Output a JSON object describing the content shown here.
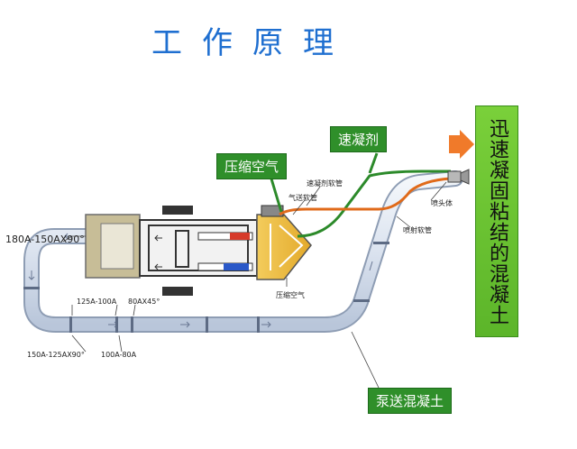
{
  "title": "工作原理",
  "tags": {
    "accelerator": "速凝剂",
    "compressed_air": "压缩空气",
    "pump_concrete": "泵送混凝土"
  },
  "result_box": "迅速凝固粘结的混凝土",
  "labels": {
    "elbow_top": "180A-150AX90°",
    "reducer_125_100": "125A-100A",
    "elbow_80": "80AX45°",
    "elbow_150_125": "150A-125AX90°",
    "reducer_100_80": "100A-80A",
    "accel_hose": "速凝剂软管",
    "air_hose": "气送软管",
    "nozzle_body": "喷头体",
    "spray_hose": "喷射软管",
    "compressed_air_small": "压缩空气"
  },
  "colors": {
    "title": "#1f6fd0",
    "tag_green": "#2f8f2a",
    "result_green": "#6cc432",
    "pipe": "#dfe6f1",
    "arrow_orange": "#f07a2a"
  }
}
